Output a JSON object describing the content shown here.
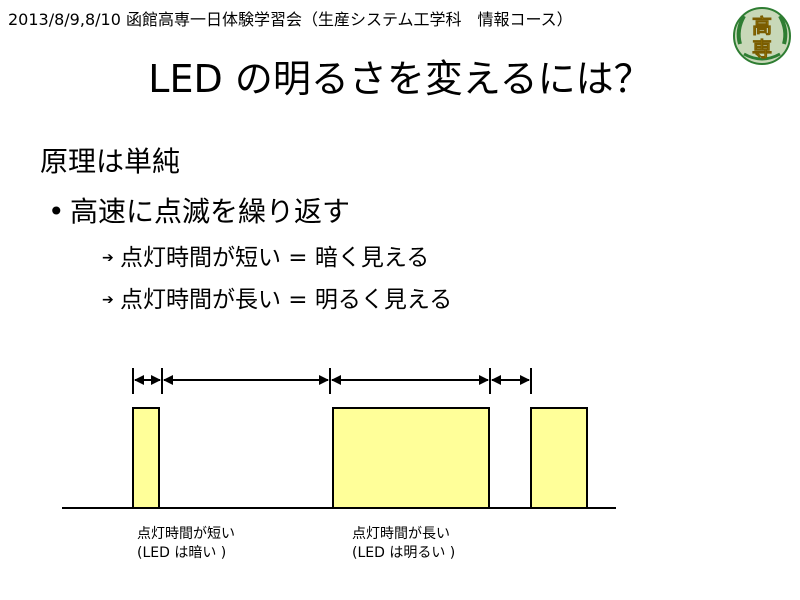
{
  "header": {
    "text": "2013/8/9,8/10 函館高専一日体験学習会（生産システム工学科　情報コース）"
  },
  "logo": {
    "top_char": "高",
    "bottom_char": "専"
  },
  "title": "LED の明るさを変えるには？",
  "body": {
    "intro": "原理は単純",
    "bullet": "高速に点滅を繰り返す",
    "sub_items": [
      "点灯時間が短い = 暗く見える",
      "点灯時間が長い = 明るく見える"
    ]
  },
  "diagram": {
    "captions": [
      {
        "line1": "点灯時間が短い",
        "line2": "(LED は暗い )"
      },
      {
        "line1": "点灯時間が長い",
        "line2": "(LED は明るい )"
      }
    ]
  },
  "colors": {
    "pulse_fill": "#ffff99",
    "stroke": "#000000",
    "logo_ring": "#c8d8b8",
    "logo_leaf": "#2e7d32",
    "logo_text": "#e6c200"
  }
}
